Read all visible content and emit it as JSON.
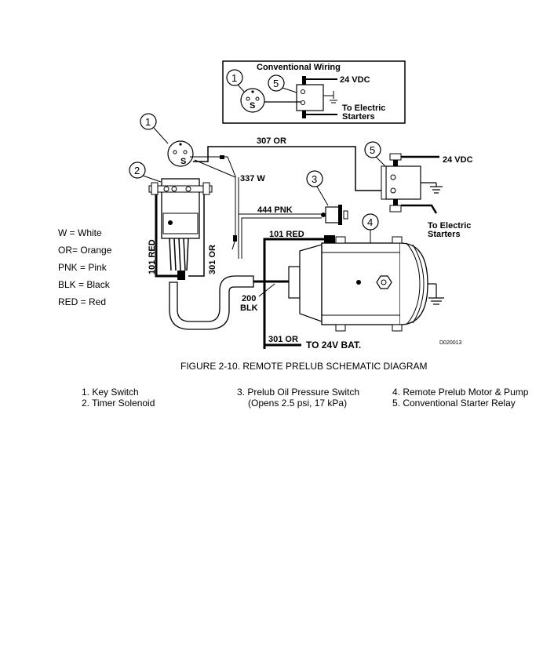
{
  "inset": {
    "title": "Conventional Wiring",
    "vdc_label": "24 VDC",
    "starters_label_line1": "To Electric",
    "starters_label_line2": "Starters",
    "num_key_switch": "1",
    "num_starter_relay": "5",
    "s_mark": "S"
  },
  "main": {
    "num_key_switch": "1",
    "num_timer_solenoid": "2",
    "num_pressure_switch": "3",
    "num_motor_pump": "4",
    "num_starter_relay": "5",
    "s_mark": "S",
    "wire_307": "307  OR",
    "wire_337": "337  W",
    "wire_444": "444  PNK",
    "wire_101_top": "101  RED",
    "wire_101_vert": "101  RED",
    "wire_301_vert": "301  OR",
    "wire_200_line1": "200",
    "wire_200_line2": "BLK",
    "wire_301_bottom": "301  OR",
    "battery": "TO  24V  BAT.",
    "vdc_label": "24  VDC",
    "starters_label_line1": "To Electric",
    "starters_label_line2": "Starters",
    "drawing_id": "D020013"
  },
  "legend": [
    "W = White",
    "OR= Orange",
    "PNK = Pink",
    "BLK = Black",
    "RED = Red"
  ],
  "caption": "FIGURE 2-10. REMOTE PRELUB SCHEMATIC DIAGRAM",
  "parts": {
    "col1": [
      "1. Key Switch",
      "2. Timer Solenoid"
    ],
    "col2": [
      "3. Prelub Oil Pressure Switch",
      "(Opens 2.5 psi, 17 kPa)"
    ],
    "col3": [
      "4. Remote Prelub Motor & Pump",
      "5. Conventional Starter Relay"
    ]
  }
}
